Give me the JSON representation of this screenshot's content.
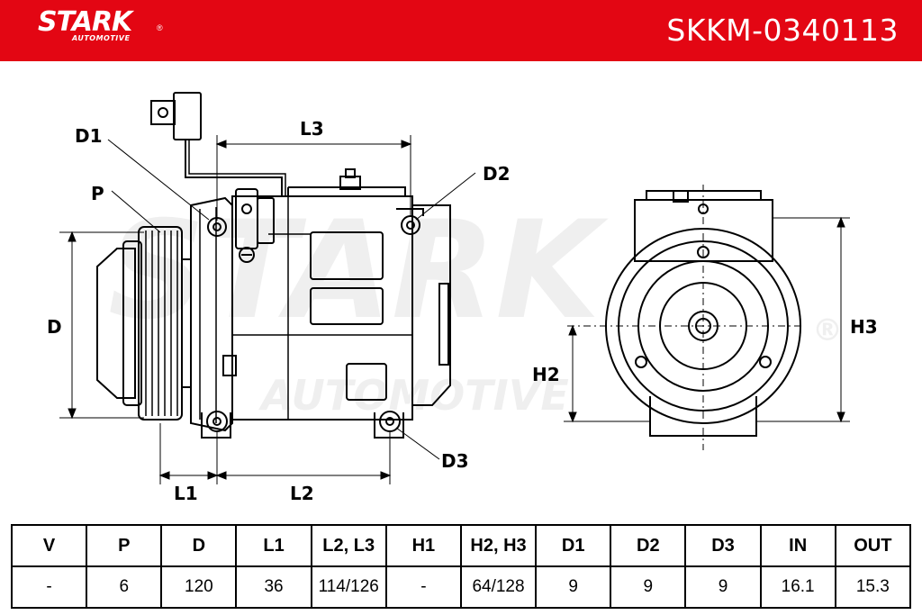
{
  "brand": {
    "name": "STARK",
    "tagline": "AUTOMOTIVE",
    "registered_mark": "®"
  },
  "part_number": "SKKM-0340113",
  "colors": {
    "header_bg": "#e30613",
    "header_text": "#ffffff",
    "line": "#000000"
  },
  "diagram": {
    "labels": {
      "d1": "D1",
      "p": "P",
      "d": "D",
      "l3": "L3",
      "d2": "D2",
      "d3": "D3",
      "l1": "L1",
      "l2": "L2",
      "h2": "H2",
      "h3": "H3"
    },
    "watermark": {
      "main": "STARK",
      "sub": "AUTOMOTIVE",
      "mark": "®"
    }
  },
  "spec_table": {
    "headers": [
      "V",
      "P",
      "D",
      "L1",
      "L2, L3",
      "H1",
      "H2, H3",
      "D1",
      "D2",
      "D3",
      "IN",
      "OUT"
    ],
    "values": [
      "-",
      "6",
      "120",
      "36",
      "114/126",
      "-",
      "64/128",
      "9",
      "9",
      "9",
      "16.1",
      "15.3"
    ]
  }
}
